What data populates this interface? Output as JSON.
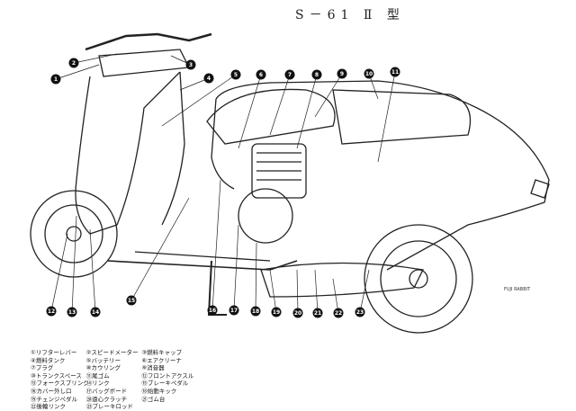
{
  "title": "S－61 Ⅱ 型",
  "legend": [
    {
      "n": "1",
      "label": "リフターレバー"
    },
    {
      "n": "2",
      "label": "スピードメーター"
    },
    {
      "n": "3",
      "label": "燃料キャップ"
    },
    {
      "n": "4",
      "label": "燃料タンク"
    },
    {
      "n": "5",
      "label": "バッテリー"
    },
    {
      "n": "6",
      "label": "エアクリーナ"
    },
    {
      "n": "7",
      "label": "プラグ"
    },
    {
      "n": "8",
      "label": "カウリング"
    },
    {
      "n": "9",
      "label": "消音器"
    },
    {
      "n": "10",
      "label": "トランクスペース"
    },
    {
      "n": "11",
      "label": "尾ゴム"
    },
    {
      "n": "12",
      "label": "フロントアクスル"
    },
    {
      "n": "13",
      "label": "フォークスプリング"
    },
    {
      "n": "14",
      "label": "リンク"
    },
    {
      "n": "15",
      "label": "ブレーキペダル"
    },
    {
      "n": "16",
      "label": "カバー外し口"
    },
    {
      "n": "17",
      "label": "バッグボード"
    },
    {
      "n": "18",
      "label": "始動キック"
    },
    {
      "n": "19",
      "label": "チェンジペダル"
    },
    {
      "n": "20",
      "label": "遠心クラッチ"
    },
    {
      "n": "21",
      "label": "ゴム台"
    },
    {
      "n": "22",
      "label": "後輪リンク"
    },
    {
      "n": "23",
      "label": "ブレーキロッド"
    }
  ],
  "signature": "FUJI RABBIT"
}
